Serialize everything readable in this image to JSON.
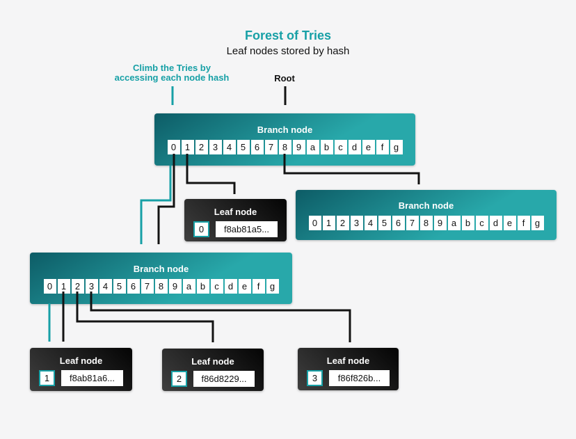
{
  "header": {
    "title": "Forest of Tries",
    "subtitle": "Leaf nodes stored by hash"
  },
  "annotations": {
    "climb_line1": "Climb the Tries by",
    "climb_line2": "accessing each node hash",
    "root": "Root"
  },
  "hex_digits": [
    "0",
    "1",
    "2",
    "3",
    "4",
    "5",
    "6",
    "7",
    "8",
    "9",
    "a",
    "b",
    "c",
    "d",
    "e",
    "f",
    "g"
  ],
  "nodes": {
    "branch_top": {
      "label": "Branch node"
    },
    "branch_right": {
      "label": "Branch node"
    },
    "branch_left": {
      "label": "Branch node"
    },
    "leaf_0": {
      "label": "Leaf node",
      "index": "0",
      "hash": "f8ab81a5..."
    },
    "leaf_1": {
      "label": "Leaf node",
      "index": "1",
      "hash": "f8ab81a6..."
    },
    "leaf_2": {
      "label": "Leaf node",
      "index": "2",
      "hash": "f86d8229..."
    },
    "leaf_3": {
      "label": "Leaf node",
      "index": "3",
      "hash": "f86f826b..."
    }
  },
  "colors": {
    "accent": "#17a0a6",
    "background": "#f5f5f6",
    "branch_dark": "#0d5c66",
    "branch_light": "#28a8aa",
    "leaf_dark": "#070707",
    "leaf_light": "#3f3f3f",
    "arrow_black": "#131313",
    "cell_bg": "#ffffff",
    "cell_text": "#111111"
  }
}
